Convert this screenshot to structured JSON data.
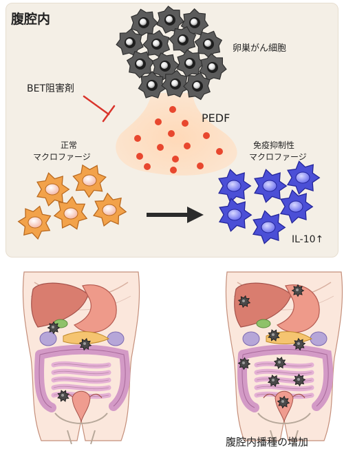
{
  "top_panel": {
    "title": "腹腔内",
    "tumor_label": "卵巣がん細胞",
    "inhibitor_label": "BET阻害剤",
    "secreted_factor": "PEDF",
    "normal_macrophage_line1": "正常",
    "normal_macrophage_line2": "マクロファージ",
    "suppressive_macrophage_line1": "免疫抑制性",
    "suppressive_macrophage_line2": "マクロファージ",
    "cytokine_label": "IL-10↑"
  },
  "bottom_panel": {
    "caption": "腹腔内播種の増加"
  },
  "colors": {
    "panel_bg": "#f4efe6",
    "tumor_cell": "#5b5b5b",
    "pedf_dot": "#e8472e",
    "normal_macrophage": "#f2a24a",
    "suppressive_macrophage": "#4b4fd6",
    "inhibitor": "#d9342b"
  }
}
